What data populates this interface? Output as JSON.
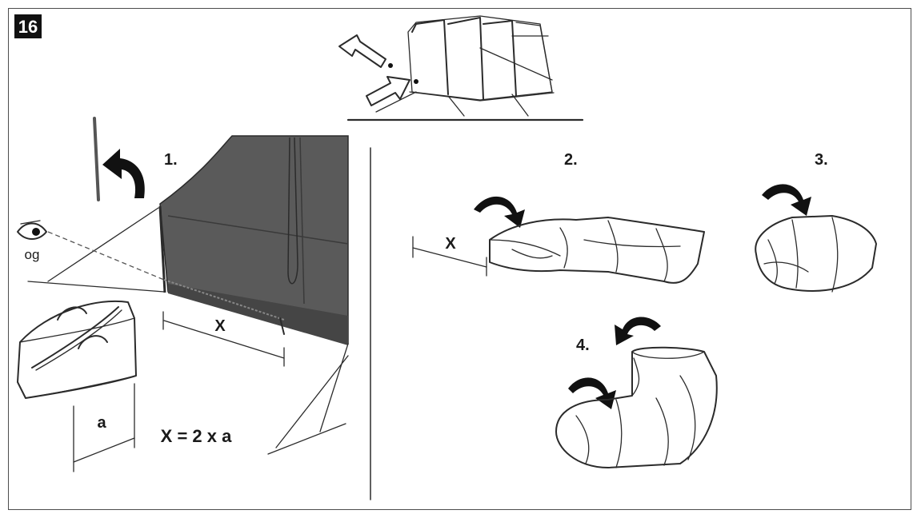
{
  "step_badge": "16",
  "steps": {
    "step1": "1.",
    "step2": "2.",
    "step3": "3.",
    "step4": "4."
  },
  "labels": {
    "eye_label": "og",
    "distance_x_main": "X",
    "distance_x_folding": "X",
    "bag_width": "a",
    "formula": "X = 2 x a"
  },
  "icons": {
    "eye": "eye-icon",
    "curved_arrow": "curved-arrow-icon",
    "pointer_arrow": "pointer-arrow-icon"
  },
  "colors": {
    "tent_fabric": "#5a5a5a",
    "tent_fabric_dark": "#454545",
    "folded_fabric": "#c9c9c9",
    "line": "#2b2b2b",
    "badge_bg": "#111111",
    "badge_text": "#ffffff"
  }
}
